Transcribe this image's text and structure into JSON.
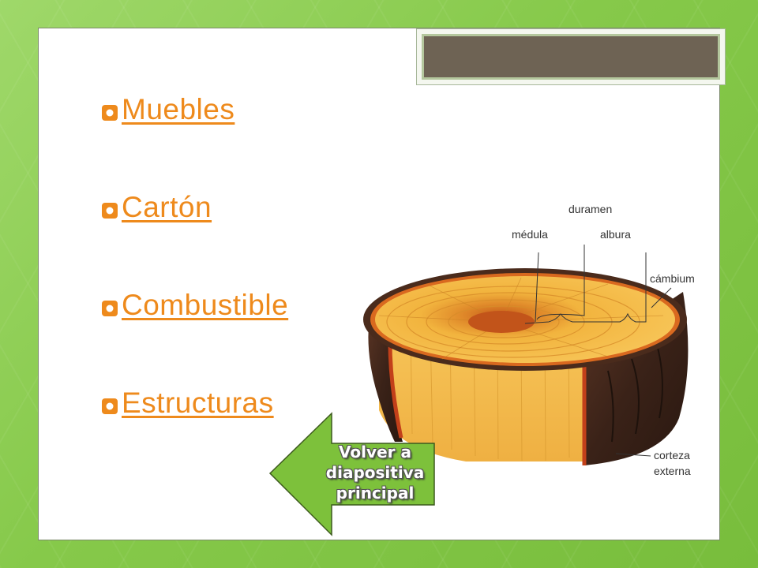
{
  "links": [
    {
      "label": "Muebles"
    },
    {
      "label": "Cartón"
    },
    {
      "label": "Combustible"
    },
    {
      "label": "Estructuras"
    }
  ],
  "diagram": {
    "labels": {
      "duramen": "duramen",
      "medula": "médula",
      "albura": "albura",
      "cambium": "cámbium",
      "corteza_line1": "corteza",
      "corteza_line2": "externa"
    }
  },
  "back_button": {
    "line1": "Volver a",
    "line2": "diapositiva",
    "line3": "principal"
  },
  "colors": {
    "link": "#ee8a1c",
    "accent_green": "#7dc13b",
    "title_box": "#6e6354"
  }
}
